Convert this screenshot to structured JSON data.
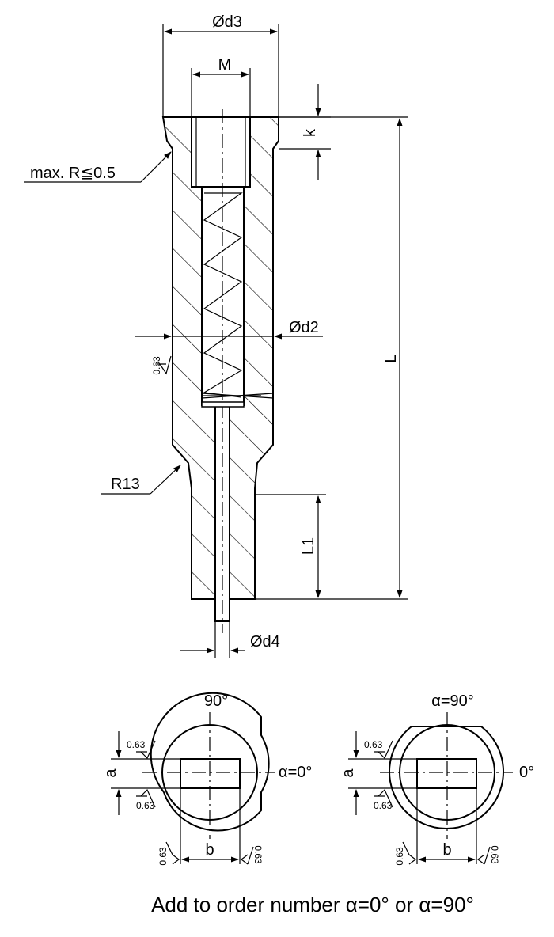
{
  "labels": {
    "d3": "Ød3",
    "m": "M",
    "k": "k",
    "max_r": "max. R≦0.5",
    "d2": "Ød2",
    "l": "L",
    "r13": "R13",
    "l1": "L1",
    "d4": "Ød4",
    "angle_90": "90°",
    "alpha_0": "α=0°",
    "alpha_90": "α=90°",
    "zero_deg": "0°",
    "a": "a",
    "b": "b"
  },
  "surface_finish": "0.63",
  "order_note": "Add to order number α=0° or α=90°"
}
